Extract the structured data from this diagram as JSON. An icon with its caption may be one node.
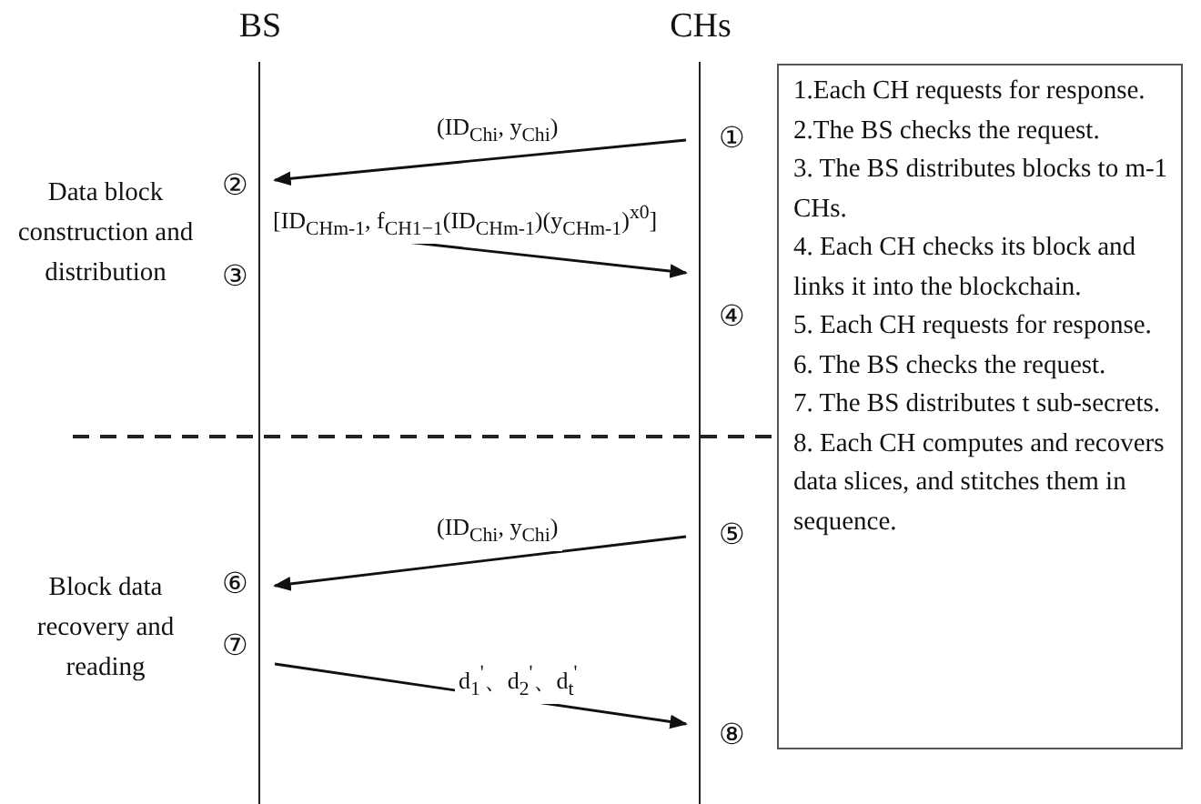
{
  "diagram": {
    "nodes": [
      {
        "text": [
          "BS"
        ]
      },
      {
        "text": [
          "CHs"
        ]
      },
      {
        "text": [
          "1.Each CH requests for response.",
          "2.The BS checks the request.",
          "3. The BS distributes blocks to m-1 CHs.",
          "4. Each CH checks its block and links it into the blockchain.",
          "5. Each CH requests for response.",
          "6. The BS checks the request.",
          "7. The BS distributes t sub-secrets.",
          "8. Each CH computes and recovers data slices, and stitches them in sequence."
        ]
      }
    ],
    "edges": [
      {
        "from": 1,
        "to": 0,
        "arrow": "to",
        "label": "(ID$_{Chi}$, y$_{Chi}$)"
      },
      {
        "from": 0,
        "to": 1,
        "arrow": "to",
        "label": "[ID$_{CHm-1}$, f$_{CH1−1}$(ID$_{CHm-1}$)(y$_{CHm-1}$)$^{x0}$]"
      },
      {
        "from": 1,
        "to": 0,
        "arrow": "to",
        "label": "(ID$_{Chi}$, y$_{Chi}$)"
      },
      {
        "from": 0,
        "to": 1,
        "arrow": "to",
        "label": "d$_{1}$$^{'}$、d$_{2}$$^{'}$、d$_{t}$$^{'}$"
      }
    ],
    "labels": [
      "①",
      "Data block construction and distribution",
      "②",
      "③",
      "④",
      "⑤",
      "Block data recovery and reading",
      "⑥",
      "⑦",
      "⑧"
    ]
  }
}
